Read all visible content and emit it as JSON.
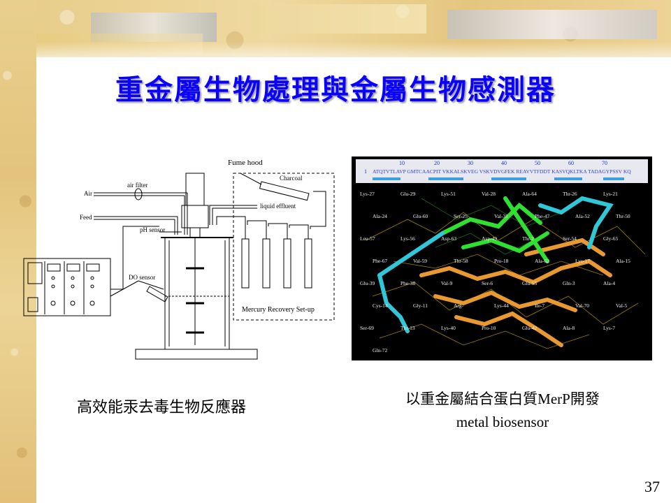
{
  "slide": {
    "title": "重金屬生物處理與金屬生物感測器",
    "page_number": "37"
  },
  "left_figure": {
    "labels": {
      "fume_hood": "Fume hood",
      "charcoal": "Charcoal",
      "air_filter": "air filter",
      "air": "Air",
      "feed": "Feed",
      "liquid_effluent": "liquid effluent",
      "ph_sensor": "pH sensor",
      "do_sensor": "DO sensor",
      "recovery": "Mercury Recovery Set-up"
    },
    "caption": "高效能汞去毒生物反應器"
  },
  "right_figure": {
    "sequence_numbers": [
      "1",
      "10",
      "20",
      "30",
      "40",
      "50",
      "60",
      "70"
    ],
    "sequence_text": "ATQTVTLAVP GMTCAACPIT VKKALSKVEG VSKVDVGFEK REAVVTFDDT KASVQKLTKA TADAGYPSSV KQ",
    "residue_labels": [
      "Lys-27",
      "Glu-29",
      "Lys-51",
      "Val-28",
      "Ala-64",
      "Thr-26",
      "Lys-21",
      "Ala-24",
      "Glu-60",
      "Ser-25",
      "Val-31",
      "Phe-47",
      "Ala-52",
      "Thr-50",
      "Leu-57",
      "Lys-56",
      "Asp-63",
      "Asp-49",
      "Thr-2",
      "Ser-54",
      "Gly-65",
      "Phe-67",
      "Val-59",
      "Thr-58",
      "Pro-18",
      "Ala-62",
      "Lys-17",
      "Ala-15",
      "Glu-39",
      "Phe-38",
      "Val-9",
      "Ser-6",
      "Glu-55",
      "Gln-3",
      "Ala-4",
      "Cys-14",
      "Gly-11",
      "Arg-",
      "Lys-44",
      "Ile-7",
      "Val-70",
      "Val-5",
      "Ser-69",
      "Thr-13",
      "Lys-40",
      "Pro-10",
      "Glu-42",
      "Ala-8",
      "Lys-7",
      "Gln-72"
    ],
    "caption_line1": "以重金屬結合蛋白質MerP開發",
    "caption_line2": "metal biosensor"
  }
}
